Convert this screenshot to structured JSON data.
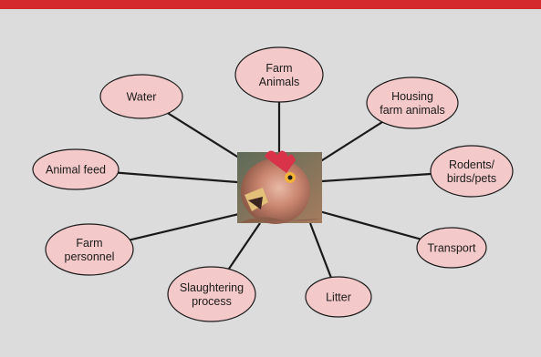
{
  "colors": {
    "header_bar": "#d42a2e",
    "background": "#dcdcdc",
    "node_fill": "#f4c9c9",
    "node_stroke": "#1a1a1a",
    "connector": "#1a1a1a"
  },
  "center": {
    "image": "chicken-photo"
  },
  "nodes": [
    {
      "id": "farm-animals",
      "lines": [
        "Farm",
        "Animals"
      ]
    },
    {
      "id": "housing-farm-animals",
      "lines": [
        "Housing",
        "farm animals"
      ]
    },
    {
      "id": "rodents-birds-pets",
      "lines": [
        "Rodents/",
        "birds/pets"
      ]
    },
    {
      "id": "transport",
      "lines": [
        "Transport"
      ]
    },
    {
      "id": "litter",
      "lines": [
        "Litter"
      ]
    },
    {
      "id": "slaughtering-process",
      "lines": [
        "Slaughtering",
        "process"
      ]
    },
    {
      "id": "farm-personnel",
      "lines": [
        "Farm",
        "personnel"
      ]
    },
    {
      "id": "animal-feed",
      "lines": [
        "Animal feed"
      ]
    },
    {
      "id": "water",
      "lines": [
        "Water"
      ]
    }
  ]
}
